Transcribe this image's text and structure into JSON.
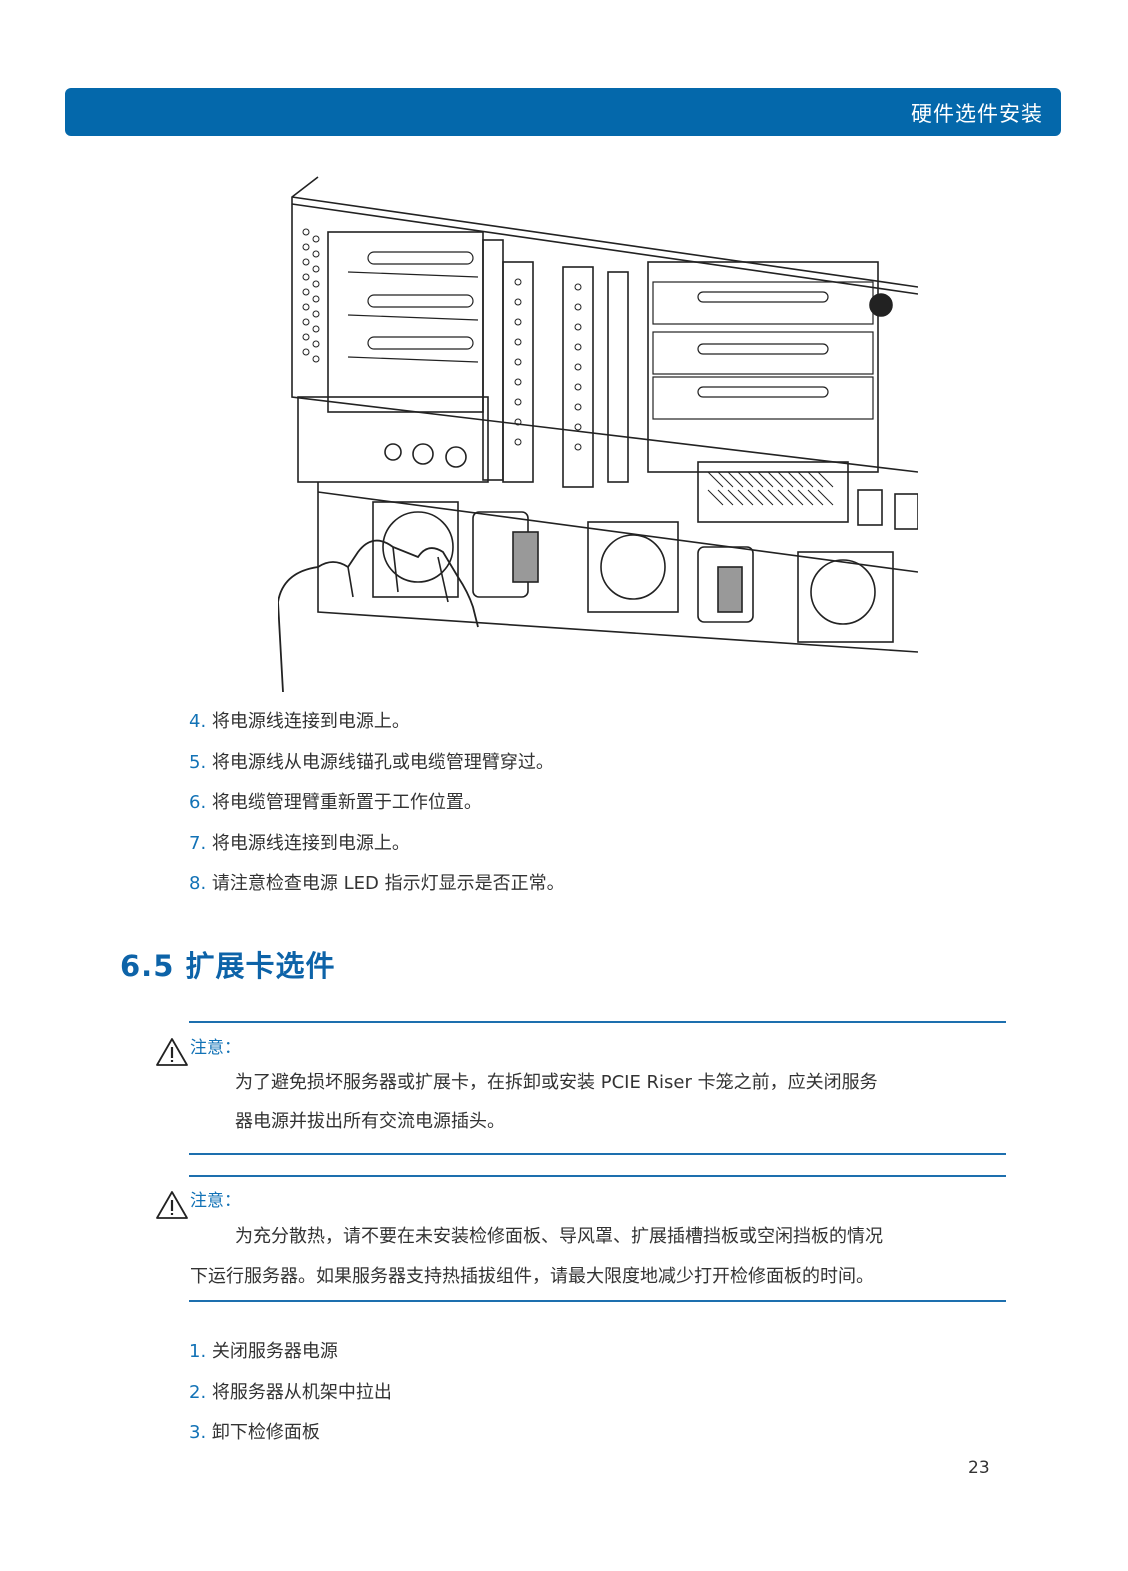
{
  "header": {
    "title": "硬件选件安装",
    "color": "#0468ab"
  },
  "figure": {
    "alt": "电源模块安装示意图"
  },
  "steps_top": [
    {
      "num": "4.",
      "text": "将电源线连接到电源上。"
    },
    {
      "num": "5.",
      "text": "将电源线从电源线锚孔或电缆管理臂穿过。"
    },
    {
      "num": "6.",
      "text": "将电缆管理臂重新置于工作位置。"
    },
    {
      "num": "7.",
      "text": "将电源线连接到电源上。"
    },
    {
      "num": "8.",
      "text": "请注意检查电源 LED 指示灯显示是否正常。"
    }
  ],
  "section": {
    "title": "6.5 扩展卡选件"
  },
  "notes": [
    {
      "icon": "warning-icon",
      "label": "注意：",
      "text_line1": "为了避免损坏服务器或扩展卡，在拆卸或安装 PCIE Riser 卡笼之前，应关闭服务",
      "text_line2": "器电源并拔出所有交流电源插头。"
    },
    {
      "icon": "warning-icon",
      "label": "注意：",
      "text_line1": "为充分散热，请不要在未安装检修面板、导风罩、扩展插槽挡板或空闲挡板的情况",
      "text_line2": "下运行服务器。如果服务器支持热插拔组件，请最大限度地减少打开检修面板的时间。"
    }
  ],
  "steps_bottom": [
    {
      "num": "1.",
      "text": "关闭服务器电源"
    },
    {
      "num": "2.",
      "text": "将服务器从机架中拉出"
    },
    {
      "num": "3.",
      "text": "卸下检修面板"
    }
  ],
  "footer": {
    "page_number": "23"
  }
}
